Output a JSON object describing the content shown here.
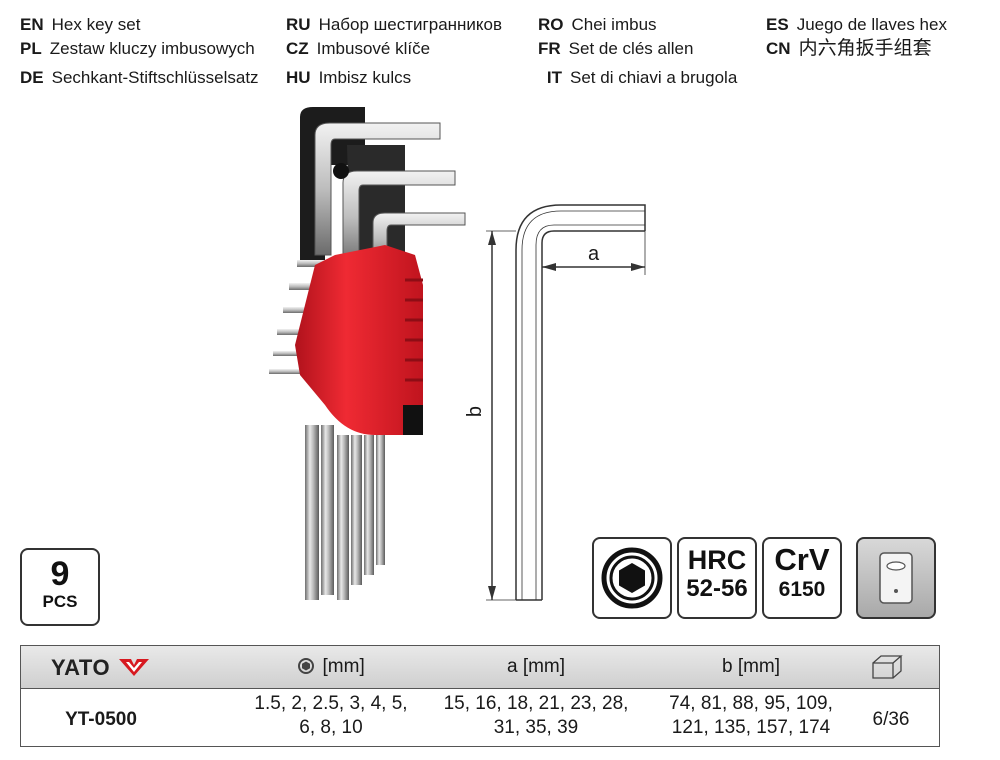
{
  "languages": [
    {
      "code": "EN",
      "text": "Hex key set"
    },
    {
      "code": "PL",
      "text": "Zestaw kluczy imbusowych"
    },
    {
      "code": "DE",
      "text": "Sechkant-Stiftschlüsselsatz"
    },
    {
      "code": "RU",
      "text": "Набор шестигранников"
    },
    {
      "code": "CZ",
      "text": "Imbusové klíče"
    },
    {
      "code": "HU",
      "text": "Imbisz kulcs"
    },
    {
      "code": "RO",
      "text": "Chei imbus"
    },
    {
      "code": "FR",
      "text": "Set de clés allen"
    },
    {
      "code": "IT",
      "text": "Set di chiavi a brugola"
    },
    {
      "code": "ES",
      "text": "Juego de llaves hex"
    },
    {
      "code": "CN",
      "text": "内六角扳手组套"
    }
  ],
  "diagram": {
    "label_a": "a",
    "label_b": "b"
  },
  "pcs_badge": {
    "count": "9",
    "unit": "PCS"
  },
  "feature_badges": {
    "hardness_title": "HRC",
    "hardness_value": "52-56",
    "material_title": "CrV",
    "material_value": "6150",
    "icons": [
      "hex-socket-icon",
      "blister-pack-icon"
    ]
  },
  "table": {
    "brand": "YATO",
    "headers": {
      "size": "[mm]",
      "a": "a [mm]",
      "b": "b [mm]"
    },
    "row": {
      "code": "YT-0500",
      "sizes_line1": "1.5, 2, 2.5, 3, 4, 5,",
      "sizes_line2": "6, 8, 10",
      "a_line1": "15, 16, 18, 21, 23, 28,",
      "a_line2": "31, 35, 39",
      "b_line1": "74, 81, 88, 95, 109,",
      "b_line2": "121, 135, 157, 174",
      "packaging": "6/36"
    }
  },
  "colors": {
    "holder_red": "#e2202c",
    "brand_red": "#d71920"
  }
}
